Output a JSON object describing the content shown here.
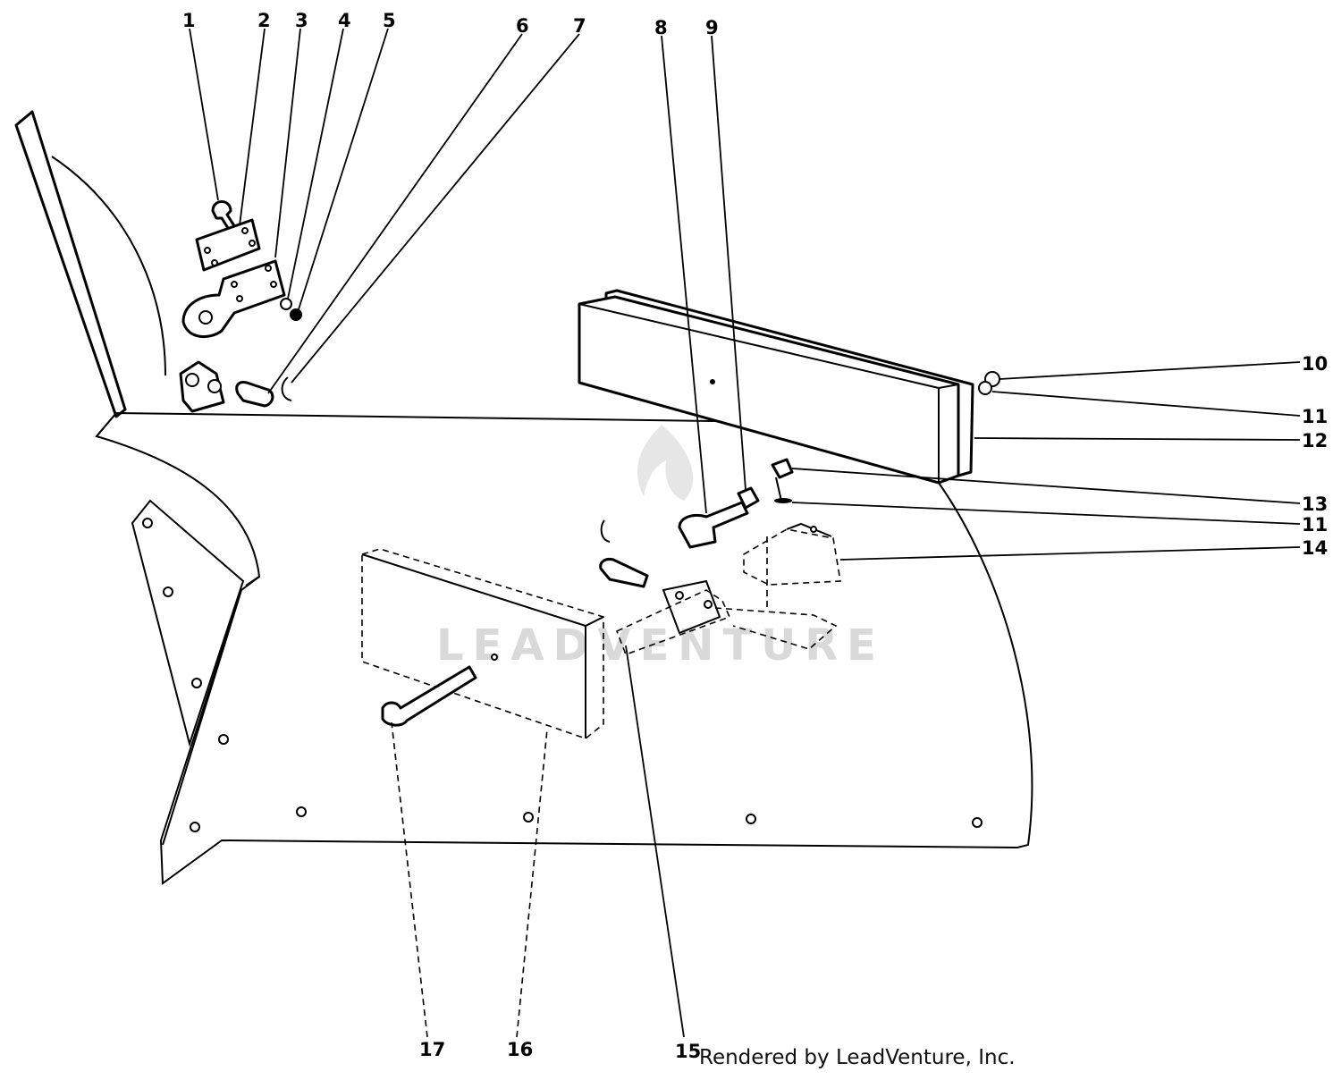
{
  "callouts": [
    {
      "id": "1",
      "text": "1"
    },
    {
      "id": "2",
      "text": "2"
    },
    {
      "id": "3",
      "text": "3"
    },
    {
      "id": "4",
      "text": "4"
    },
    {
      "id": "5",
      "text": "5"
    },
    {
      "id": "6",
      "text": "6"
    },
    {
      "id": "7",
      "text": "7"
    },
    {
      "id": "8",
      "text": "8"
    },
    {
      "id": "9",
      "text": "9"
    },
    {
      "id": "10",
      "text": "10"
    },
    {
      "id": "11a",
      "text": "11"
    },
    {
      "id": "12",
      "text": "12"
    },
    {
      "id": "13",
      "text": "13"
    },
    {
      "id": "11b",
      "text": "11"
    },
    {
      "id": "14",
      "text": "14"
    },
    {
      "id": "17",
      "text": "17"
    },
    {
      "id": "16",
      "text": "16"
    },
    {
      "id": "15",
      "text": "15"
    }
  ],
  "watermark": "LEADVENTURE",
  "credit": "Rendered by LeadVenture, Inc."
}
